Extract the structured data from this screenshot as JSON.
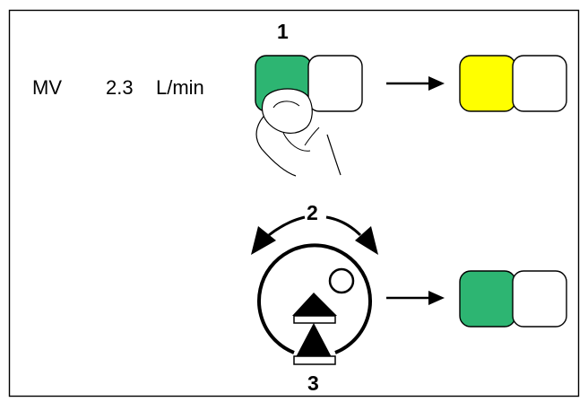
{
  "measurement": {
    "name": "MV",
    "value": "2.3",
    "unit": "L/min"
  },
  "steps": {
    "step1": "1",
    "step2": "2",
    "step3": "3"
  },
  "colors": {
    "button_pressed": "#2db572",
    "button_active": "#ffff00",
    "button_confirmed": "#2db572",
    "button_idle": "#ffffff",
    "line": "#000000"
  },
  "icons": {
    "hand": "finger-press-icon",
    "rotary": "rotary-knob-icon",
    "arrow": "right-arrow-icon"
  }
}
